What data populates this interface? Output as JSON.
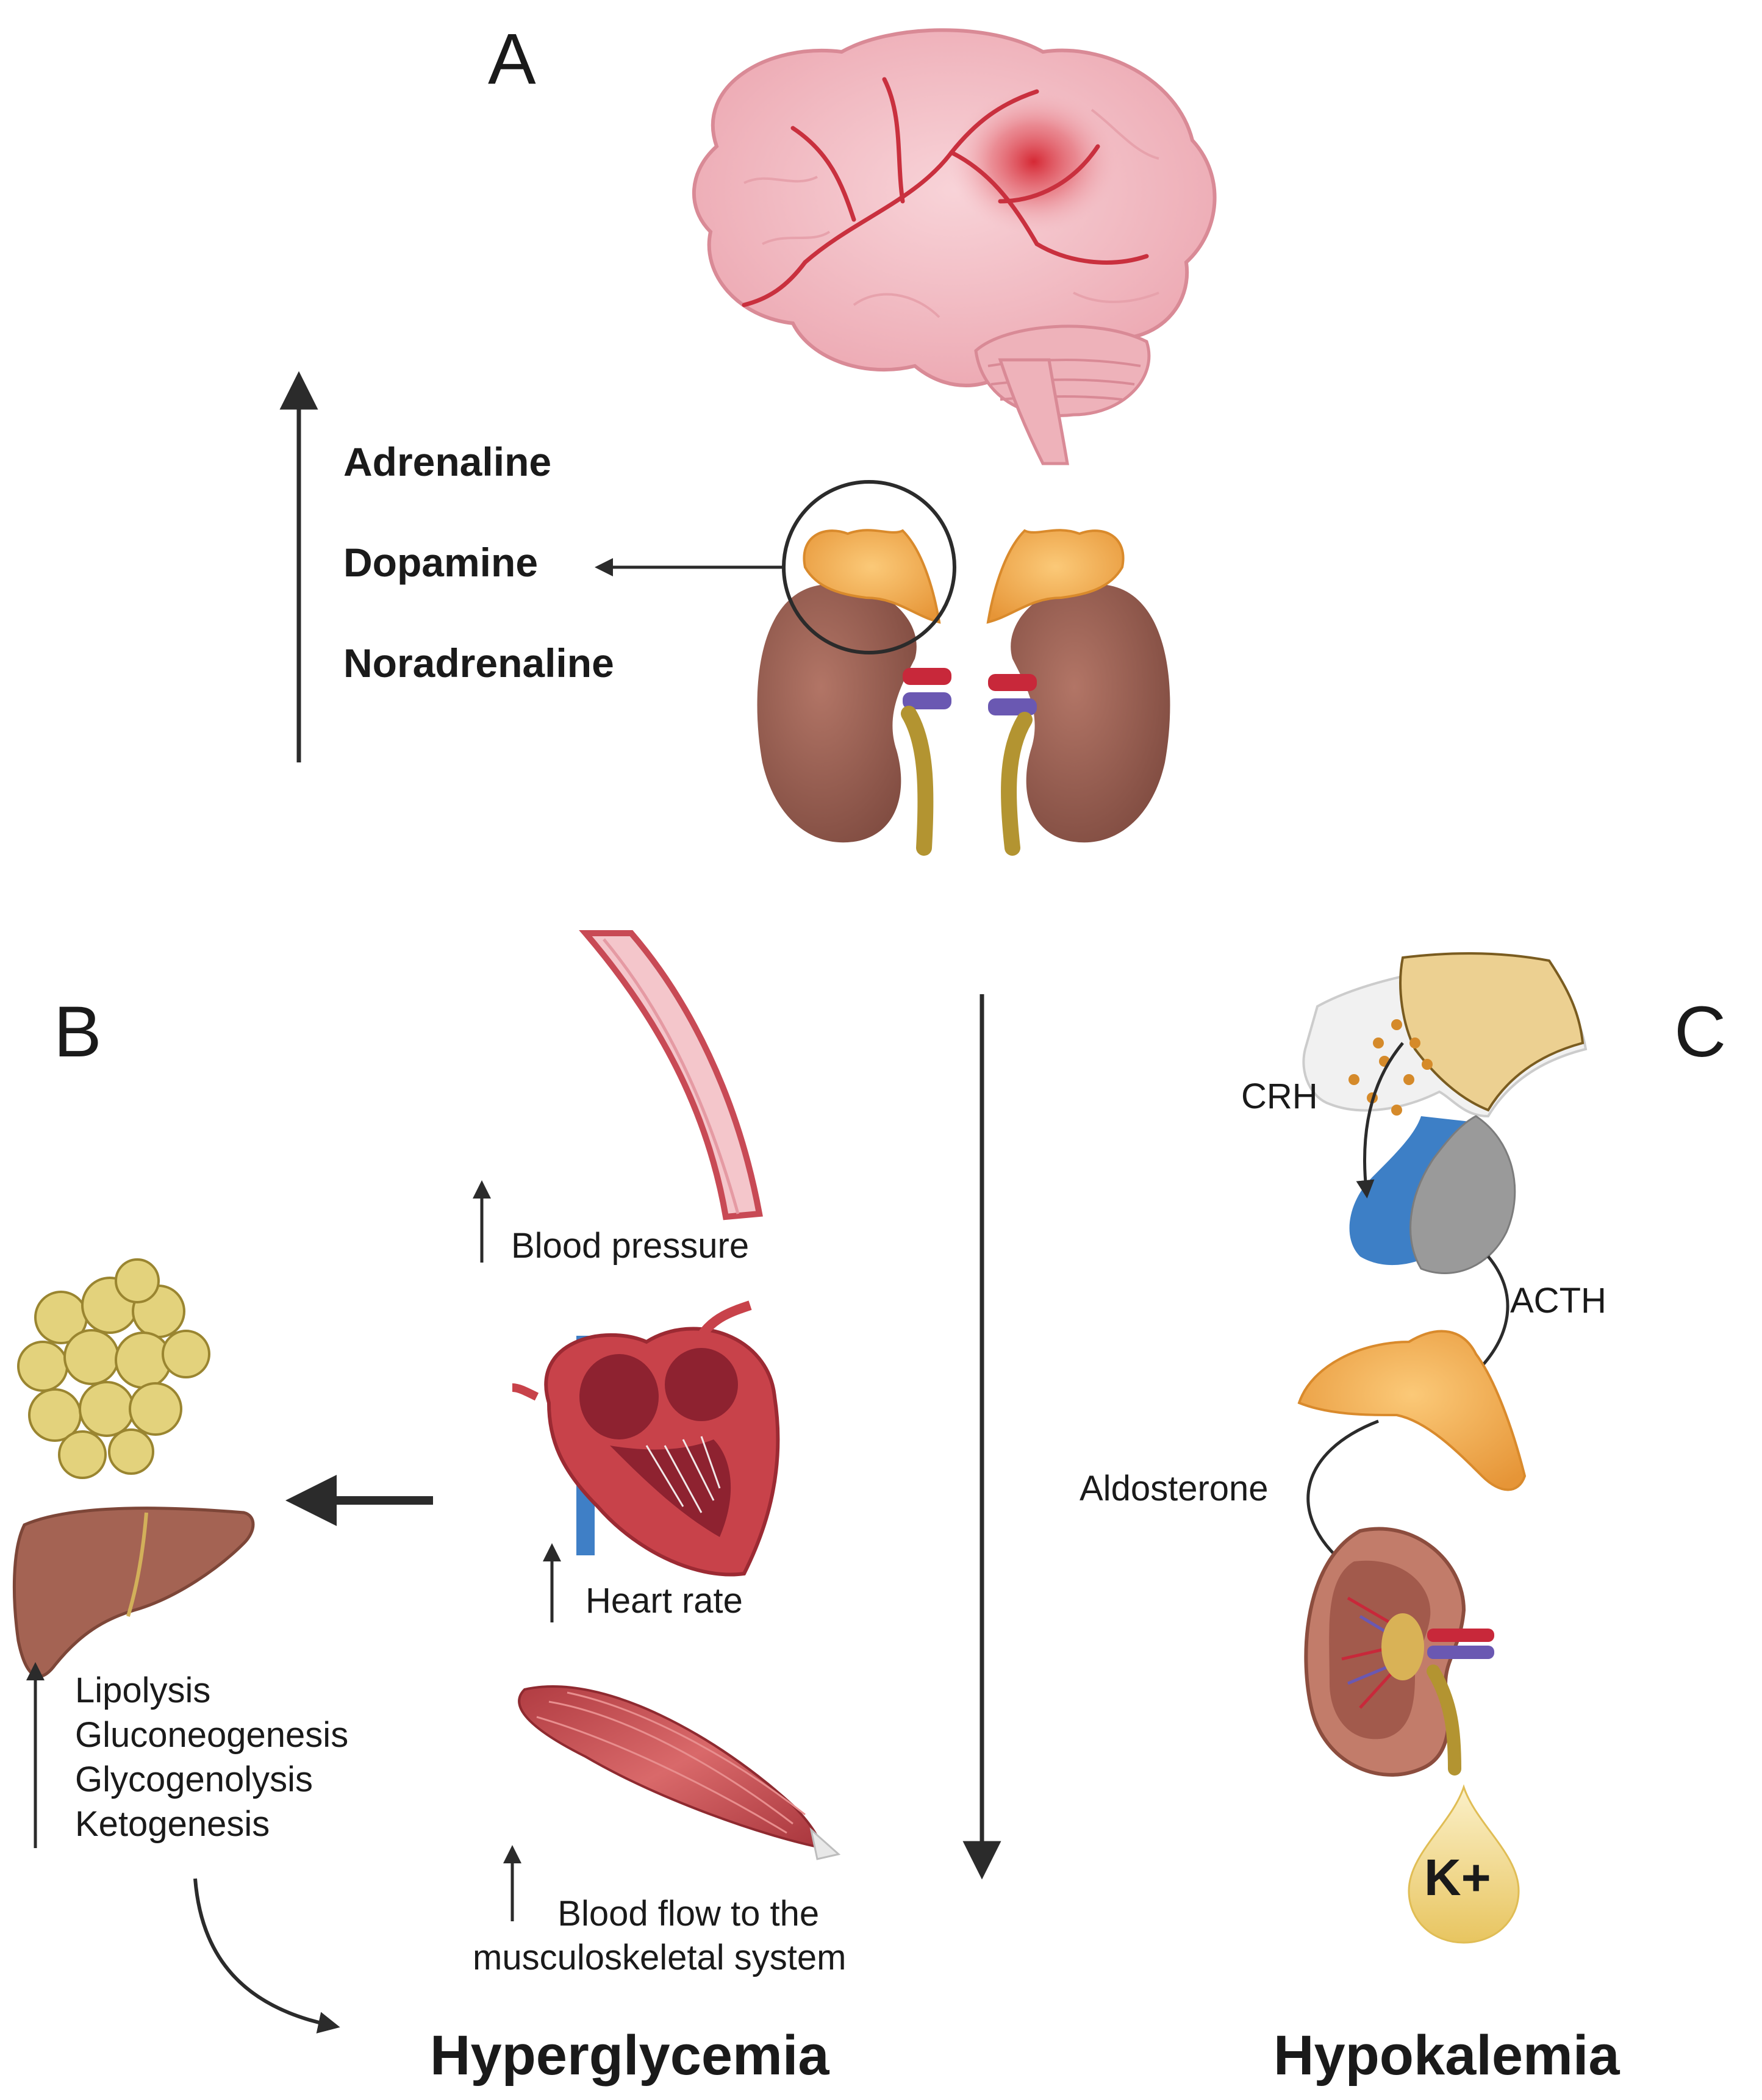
{
  "panels": {
    "a": "A",
    "b": "B",
    "c": "C"
  },
  "panel_a": {
    "hormones": [
      "Adrenaline",
      "Dopamine",
      "Noradrenaline"
    ]
  },
  "panel_b": {
    "blood_pressure": "Blood pressure",
    "heart_rate": "Heart rate",
    "blood_flow": [
      "Blood flow to the",
      "musculoskeletal system"
    ],
    "metabolic": [
      "Lipolysis",
      "Gluconeogenesis",
      "Glycogenolysis",
      "Ketogenesis"
    ],
    "outcome": "Hyperglycemia"
  },
  "panel_c": {
    "crh": "CRH",
    "acth": "ACTH",
    "aldosterone": "Aldosterone",
    "ion": "K+",
    "outcome": "Hypokalemia"
  },
  "colors": {
    "arrow": "#2b2b2b",
    "brain": "#f2b8bf",
    "brain_vessel": "#c9303e",
    "adrenal": "#f3a94a",
    "kidney": "#9a5f52",
    "ureter": "#b39431",
    "fat": "#e3d27c",
    "liver": "#a46353",
    "muscle": "#c34f52",
    "hypothalamus": "#ecd091",
    "pituitary_blue": "#3d7fc6",
    "pituitary_gray": "#9a9a9a",
    "potassium_drop": "#f3dd92"
  },
  "icons": [
    "brain-icon",
    "adrenal-kidney-icon",
    "artery-icon",
    "heart-icon",
    "muscle-icon",
    "fat-cells-icon",
    "liver-icon",
    "pituitary-icon",
    "adrenal-gland-icon",
    "kidney-section-icon",
    "potassium-drop-icon"
  ]
}
